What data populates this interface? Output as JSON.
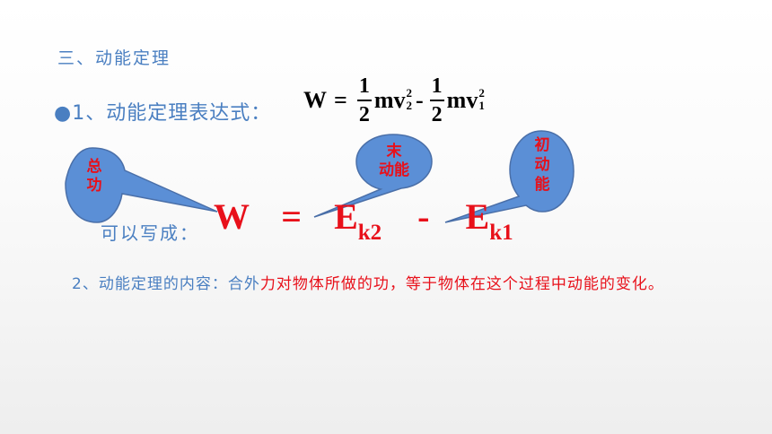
{
  "slide": {
    "heading": "三、动能定理",
    "point1": {
      "bullet": "●",
      "text": "1、动能定理表达式："
    },
    "formula": {
      "W": "W",
      "eq": "=",
      "half_num": "1",
      "half_den": "2",
      "mv": "mv",
      "exp": "2",
      "sub2": "2",
      "sub1": "1",
      "minus": "-"
    },
    "bubbles": {
      "total_work": "总\n功",
      "final_ke": "末\n动能",
      "initial_ke": "初\n动\n能"
    },
    "rewrite": {
      "label": "可以写成：",
      "W": "W",
      "eq": "=",
      "E1": "E",
      "k2": "k2",
      "minus": "-",
      "E2": "E",
      "k1": "k1"
    },
    "point2": {
      "prefix": "2、动能定理的内容：合外",
      "highlight": "力对物体所做的功，等于物体在这个过程中动能的变化。"
    },
    "colors": {
      "blue": "#4a7fc1",
      "red": "#e8101a",
      "bubble": "#5b8fd6"
    }
  }
}
